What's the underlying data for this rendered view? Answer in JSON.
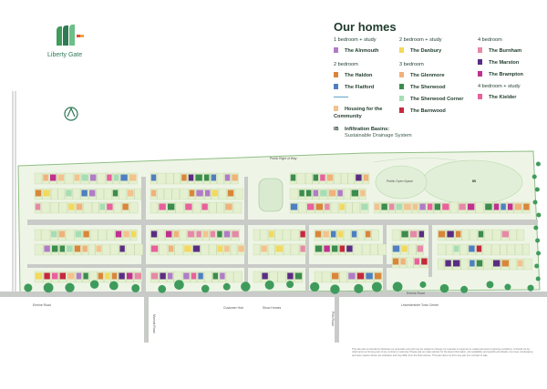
{
  "brand": {
    "name": "Liberty Gate",
    "accent": "#2f7a55"
  },
  "legend": {
    "title": "Our homes",
    "groups": [
      {
        "heading": "1 bedroom + study",
        "items": [
          {
            "label": "The Alnmouth",
            "color": "#b07cc6"
          }
        ]
      },
      {
        "heading": "2 bedroom",
        "items": [
          {
            "label": "The Haldon",
            "color": "#d9863a"
          },
          {
            "label": "The Flatford",
            "color": "#4f7fc0"
          }
        ]
      },
      {
        "heading": "",
        "items": [
          {
            "label": "Housing for the Community",
            "color": "#f3c28e"
          }
        ]
      },
      {
        "heading": "2 bedroom + study",
        "items": [
          {
            "label": "The Danbury",
            "color": "#f3d95c"
          }
        ]
      },
      {
        "heading": "3 bedroom",
        "items": [
          {
            "label": "The Glenmore",
            "color": "#f0b27a"
          },
          {
            "label": "The Sherwood",
            "color": "#3c8c4e"
          },
          {
            "label": "The Sherwood Corner",
            "color": "#a7ddb4"
          },
          {
            "label": "The Barnwood",
            "color": "#c5283d"
          }
        ]
      },
      {
        "heading": "4 bedroom",
        "items": [
          {
            "label": "The Burnham",
            "color": "#e58aa6"
          },
          {
            "label": "The Marston",
            "color": "#5a2d82"
          },
          {
            "label": "The Brampton",
            "color": "#c0308f"
          }
        ]
      },
      {
        "heading": "4 bedroom + study",
        "items": [
          {
            "label": "The Kielder",
            "color": "#e8609c"
          }
        ]
      }
    ],
    "infiltration": {
      "code": "IB",
      "label": "Infiltration Basins:",
      "sublabel": "Sustainable Drainage System"
    }
  },
  "map": {
    "road_labels": [
      "Ermine Road",
      "Marriott Road",
      "Customer Hub",
      "Show Homes",
      "Pitts Road",
      "Leicestershire Town Centre",
      "Ermine Road",
      "Public Right of Way",
      "Public Open Space",
      "IB"
    ],
    "colors": {
      "plot": "#e4f0d0",
      "road": "#c9cbc8",
      "site": "#eef5e6",
      "tree": "#3f9b5c",
      "boundary": "#a9c9a0",
      "pond": "#d7e6d2"
    }
  },
  "disclaimer": "This site plan is intended to illustrate our proposals only and may be subject to change, for example in response to market demand or planning conditions. It should not be relied upon as forming part of any contract or warranty. Please ask our sales adviser for the latest information, plot availability and specific plot details. Any trees, landscaping and open spaces shown are indicative and may differ from the final scheme. This plan does not form any part of a contract of sale."
}
